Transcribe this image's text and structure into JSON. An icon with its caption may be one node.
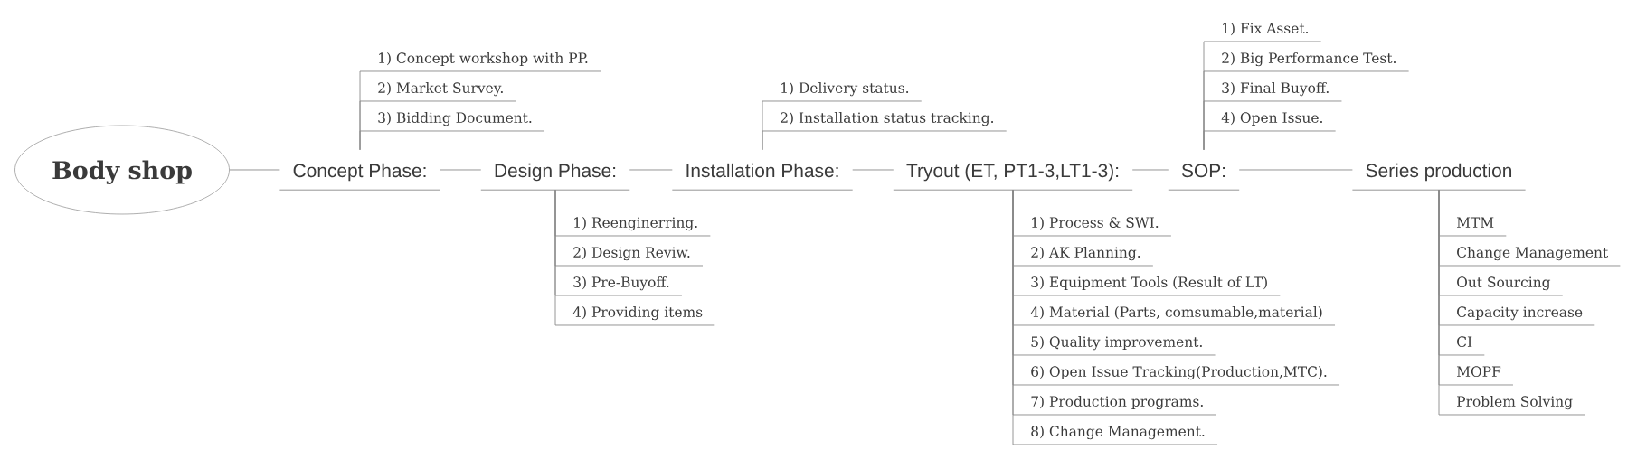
{
  "diagram": {
    "nodes": [
      {
        "text": [
          "Body shop"
        ]
      },
      {
        "text": [
          "Concept Phase:"
        ]
      },
      {
        "text": [
          "1) Concept workshop with PP."
        ]
      },
      {
        "text": [
          "2) Market Survey."
        ]
      },
      {
        "text": [
          "3) Bidding Document."
        ]
      },
      {
        "text": [
          "Design Phase:"
        ]
      },
      {
        "text": [
          "1) Reenginerring."
        ]
      },
      {
        "text": [
          "2) Design Reviw."
        ]
      },
      {
        "text": [
          "3) Pre-Buyoff."
        ]
      },
      {
        "text": [
          "4) Providing items"
        ]
      },
      {
        "text": [
          "Installation Phase:"
        ]
      },
      {
        "text": [
          "1) Delivery status."
        ]
      },
      {
        "text": [
          "2) Installation status tracking."
        ]
      },
      {
        "text": [
          "Tryout (ET, PT1-3,LT1-3):"
        ]
      },
      {
        "text": [
          "1) Process & SWI."
        ]
      },
      {
        "text": [
          "2) AK Planning."
        ]
      },
      {
        "text": [
          "3) Equipment Tools (Result of LT)"
        ]
      },
      {
        "text": [
          "4) Material (Parts, comsumable,material)"
        ]
      },
      {
        "text": [
          "5) Quality improvement."
        ]
      },
      {
        "text": [
          "6) Open Issue Tracking(Production,MTC)."
        ]
      },
      {
        "text": [
          "7) Production programs."
        ]
      },
      {
        "text": [
          "8) Change Management."
        ]
      },
      {
        "text": [
          "SOP:"
        ]
      },
      {
        "text": [
          "1) Fix Asset."
        ]
      },
      {
        "text": [
          "2) Big Performance Test."
        ]
      },
      {
        "text": [
          "3) Final Buyoff."
        ]
      },
      {
        "text": [
          "4) Open Issue."
        ]
      },
      {
        "text": [
          "Series production"
        ]
      },
      {
        "text": [
          "MTM"
        ]
      },
      {
        "text": [
          "Change Management"
        ]
      },
      {
        "text": [
          "Out Sourcing"
        ]
      },
      {
        "text": [
          "Capacity increase"
        ]
      },
      {
        "text": [
          "CI"
        ]
      },
      {
        "text": [
          "MOPF"
        ]
      },
      {
        "text": [
          "Problem Solving"
        ]
      }
    ],
    "edges": [
      {
        "from": 0,
        "to": 1,
        "arrow": "none"
      },
      {
        "from": 1,
        "to": 5,
        "arrow": "none"
      },
      {
        "from": 5,
        "to": 10,
        "arrow": "none"
      },
      {
        "from": 10,
        "to": 13,
        "arrow": "none"
      },
      {
        "from": 13,
        "to": 22,
        "arrow": "none"
      },
      {
        "from": 22,
        "to": 27,
        "arrow": "none"
      },
      {
        "from": 1,
        "to": 2,
        "arrow": "none"
      },
      {
        "from": 1,
        "to": 3,
        "arrow": "none"
      },
      {
        "from": 1,
        "to": 4,
        "arrow": "none"
      },
      {
        "from": 5,
        "to": 6,
        "arrow": "none"
      },
      {
        "from": 5,
        "to": 7,
        "arrow": "none"
      },
      {
        "from": 5,
        "to": 8,
        "arrow": "none"
      },
      {
        "from": 5,
        "to": 9,
        "arrow": "none"
      },
      {
        "from": 10,
        "to": 11,
        "arrow": "none"
      },
      {
        "from": 10,
        "to": 12,
        "arrow": "none"
      },
      {
        "from": 13,
        "to": 14,
        "arrow": "none"
      },
      {
        "from": 13,
        "to": 15,
        "arrow": "none"
      },
      {
        "from": 13,
        "to": 16,
        "arrow": "none"
      },
      {
        "from": 13,
        "to": 17,
        "arrow": "none"
      },
      {
        "from": 13,
        "to": 18,
        "arrow": "none"
      },
      {
        "from": 13,
        "to": 19,
        "arrow": "none"
      },
      {
        "from": 13,
        "to": 20,
        "arrow": "none"
      },
      {
        "from": 13,
        "to": 21,
        "arrow": "none"
      },
      {
        "from": 22,
        "to": 23,
        "arrow": "none"
      },
      {
        "from": 22,
        "to": 24,
        "arrow": "none"
      },
      {
        "from": 22,
        "to": 25,
        "arrow": "none"
      },
      {
        "from": 22,
        "to": 26,
        "arrow": "none"
      },
      {
        "from": 27,
        "to": 28,
        "arrow": "none"
      },
      {
        "from": 27,
        "to": 29,
        "arrow": "none"
      },
      {
        "from": 27,
        "to": 30,
        "arrow": "none"
      },
      {
        "from": 27,
        "to": 31,
        "arrow": "none"
      },
      {
        "from": 27,
        "to": 32,
        "arrow": "none"
      },
      {
        "from": 27,
        "to": 33,
        "arrow": "none"
      },
      {
        "from": 27,
        "to": 34,
        "arrow": "none"
      }
    ]
  }
}
